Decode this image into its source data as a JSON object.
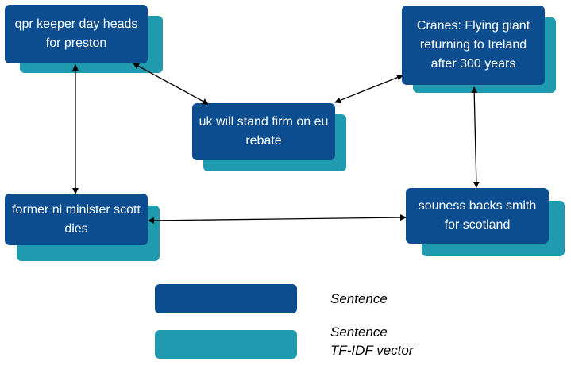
{
  "colors": {
    "sentence": "#0b4d8f",
    "tfidf": "#1f9aaf",
    "arrow": "#000000"
  },
  "nodes": [
    {
      "id": "qpr",
      "text": "qpr keeper day heads for preston"
    },
    {
      "id": "cranes",
      "text": "Cranes: Flying giant returning to Ireland after 300 years"
    },
    {
      "id": "uk",
      "text": "uk will stand firm on eu rebate"
    },
    {
      "id": "former",
      "text": "former ni minister scott dies"
    },
    {
      "id": "souness",
      "text": "souness backs smith for scotland"
    }
  ],
  "edges": [
    {
      "from": "qpr",
      "to": "uk"
    },
    {
      "from": "uk",
      "to": "cranes"
    },
    {
      "from": "qpr",
      "to": "former"
    },
    {
      "from": "cranes",
      "to": "souness"
    },
    {
      "from": "former",
      "to": "souness"
    }
  ],
  "legend": {
    "sentence_label": "Sentence",
    "tfidf_label_line1": "Sentence",
    "tfidf_label_line2": "TF-IDF vector"
  }
}
